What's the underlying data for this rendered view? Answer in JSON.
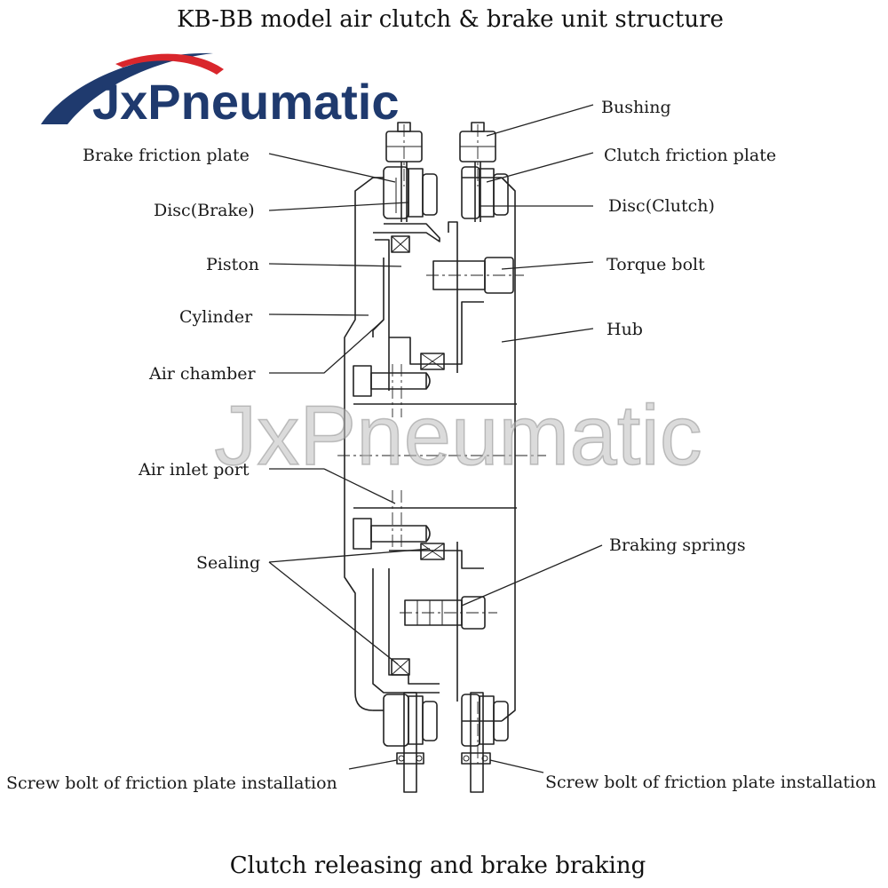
{
  "title": "KB-BB model air clutch & brake unit structure",
  "caption": "Clutch releasing and brake braking",
  "logo": {
    "text": "JxPneumatic",
    "colors": {
      "navy": "#1f3a6e",
      "red": "#d9262c"
    }
  },
  "watermark": "JxPneumatic",
  "labels": {
    "bushing": "Bushing",
    "brake_friction_plate": "Brake friction plate",
    "clutch_friction_plate": "Clutch friction plate",
    "disc_brake": "Disc(Brake)",
    "disc_clutch": "Disc(Clutch)",
    "piston": "Piston",
    "torque_bolt": "Torque bolt",
    "cylinder": "Cylinder",
    "hub": "Hub",
    "air_chamber": "Air chamber",
    "air_inlet_port": "Air inlet port",
    "braking_springs": "Braking springs",
    "sealing": "Sealing",
    "screw_bolt_left": "Screw bolt of friction plate installation",
    "screw_bolt_right": "Screw bolt of friction plate installation"
  }
}
